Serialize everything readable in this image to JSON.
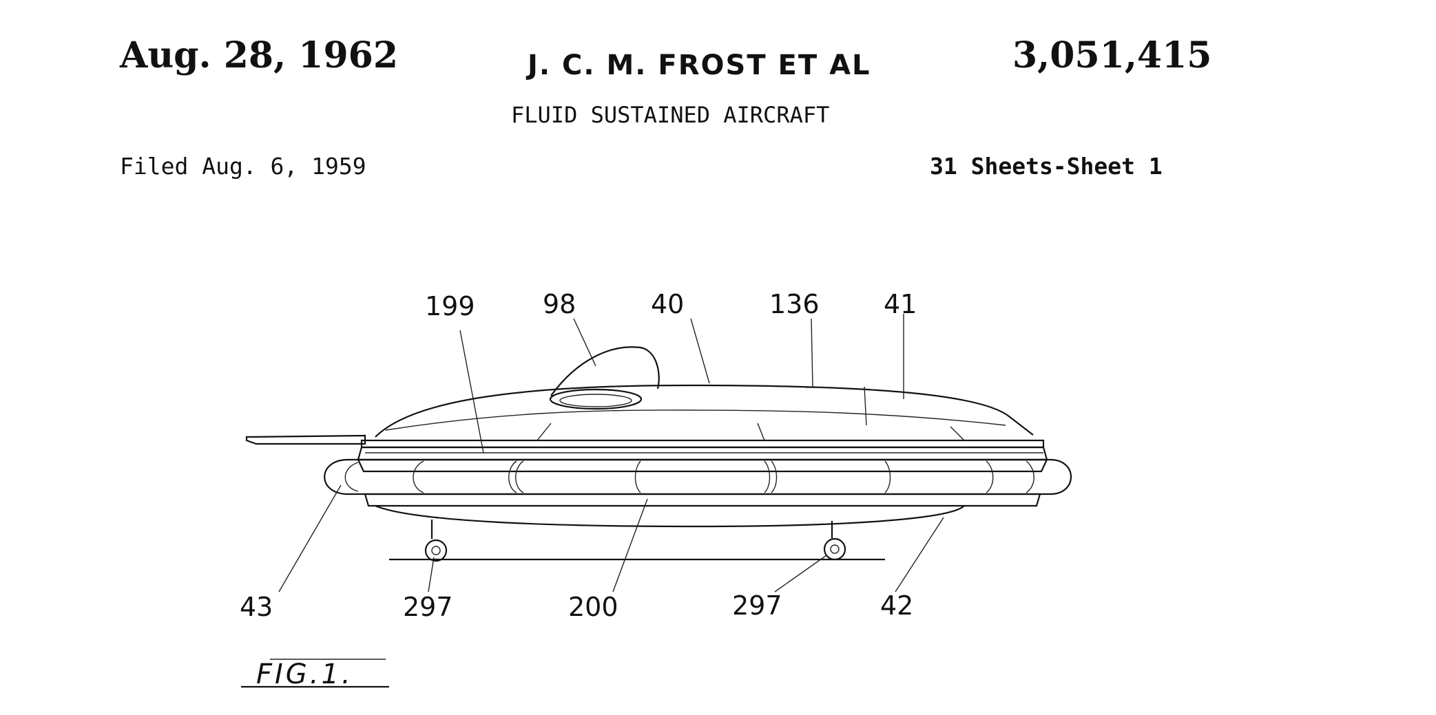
{
  "header": {
    "date": "Aug. 28, 1962",
    "inventor": "J. C. M. FROST ET AL",
    "patent_number": "3,051,415",
    "title": "FLUID SUSTAINED AIRCRAFT",
    "filed": "Filed Aug. 6, 1959",
    "sheets": "31 Sheets-Sheet 1"
  },
  "figure": {
    "label": "FIG.1.",
    "reference_numerals": {
      "r199": "199",
      "r98": "98",
      "r40": "40",
      "r136": "136",
      "r41": "41",
      "r43": "43",
      "r297a": "297",
      "r200": "200",
      "r297b": "297",
      "r42": "42"
    }
  }
}
